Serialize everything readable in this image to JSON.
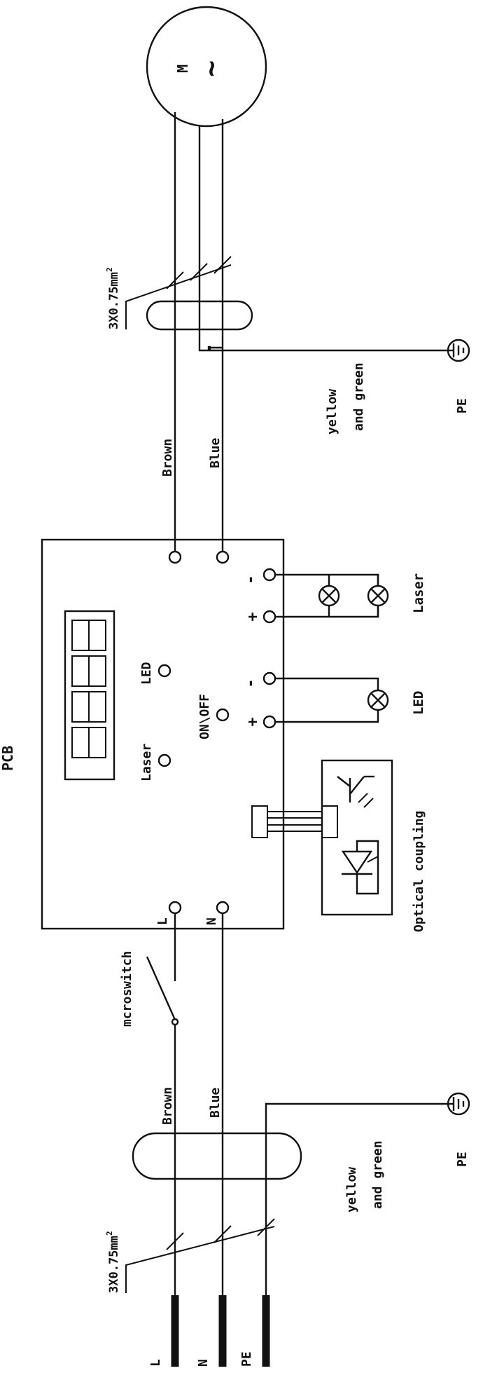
{
  "diagram": {
    "pcb_label": "PCB",
    "motor": {
      "symbol": "M",
      "wave": "~"
    },
    "motor_cable": {
      "size": "3X0.75mm",
      "size_exp": "2",
      "wire_brown": "Brown",
      "wire_blue": "Blue",
      "wire_ground": "yellow",
      "wire_ground_2": "and green",
      "ground": "PE"
    },
    "supply_cable": {
      "size": "3X0.75mm",
      "size_exp": "2",
      "wire_brown": "Brown",
      "wire_blue": "Blue",
      "wire_ground": "yellow",
      "wire_ground_2": "and green",
      "ground": "PE"
    },
    "pcb": {
      "indicator_led": "LED",
      "indicator_laser": "Laser",
      "on_off": "ON\\OFF",
      "input_l": "L",
      "input_n": "N"
    },
    "outputs": {
      "laser_label": "Laser",
      "led_label": "LED",
      "minus": "-",
      "plus": "+"
    },
    "optical": {
      "label": "Optical coupling"
    },
    "switch": {
      "label": "mcroswitch"
    },
    "inputs": {
      "l": "L",
      "n": "N",
      "pe": "PE"
    }
  }
}
